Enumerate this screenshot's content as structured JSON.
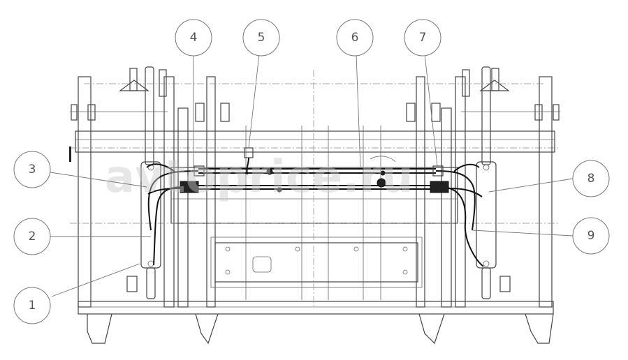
{
  "figure": {
    "watermark": "avtoprice.ru",
    "callouts": [
      {
        "id": "1",
        "label": "1"
      },
      {
        "id": "2",
        "label": "2"
      },
      {
        "id": "3",
        "label": "3"
      },
      {
        "id": "4",
        "label": "4"
      },
      {
        "id": "5",
        "label": "5"
      },
      {
        "id": "6",
        "label": "6"
      },
      {
        "id": "7",
        "label": "7"
      },
      {
        "id": "8",
        "label": "8"
      },
      {
        "id": "9",
        "label": "9"
      }
    ]
  }
}
